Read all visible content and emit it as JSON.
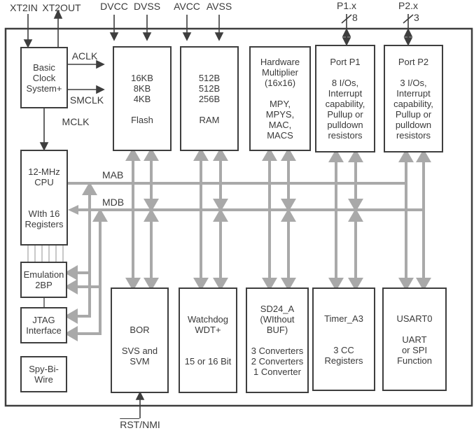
{
  "diagram": {
    "pins": {
      "xt2in": "XT2IN",
      "xt2out": "XT2OUT",
      "dvcc": "DVCC",
      "dvss": "DVSS",
      "avcc": "AVCC",
      "avss": "AVSS",
      "p1": "P1.x",
      "p1_width": "8",
      "p2": "P2.x",
      "p2_width": "3",
      "rst_overline": "RST",
      "rst_rest": "/NMI"
    },
    "clocks": {
      "aclk": "ACLK",
      "smclk": "SMCLK",
      "mclk": "MCLK"
    },
    "buses": {
      "mab": "MAB",
      "mdb": "MDB"
    },
    "blocks": {
      "basic_clock": "Basic\nClock\nSystem+",
      "flash": "16KB\n8KB\n4KB\n\nFlash",
      "ram": "512B\n512B\n256B\n\nRAM",
      "hwmult": "Hardware\nMultiplier\n(16x16)\n\nMPY,\nMPYS,\nMAC,\nMACS",
      "port1": "Port P1\n\n8 I/Os,\nInterrupt\ncapability,\nPullup or\npulldown\nresistors",
      "port2": "Port P2\n\n3 I/Os,\nInterrupt\ncapability,\nPullup or\npulldown\nresistors",
      "cpu": "12-MHz\nCPU\n\n\nWIth 16\nRegisters",
      "emulation": "Emulation\n2BP",
      "jtag": "JTAG\nInterface",
      "sbw": "Spy-Bi-\nWire",
      "bor": "\nBOR\n\nSVS and\nSVM",
      "wdt": "Watchdog\nWDT+\n\n\n15 or 16 Bit",
      "sd24": "SD24_A\n(WIthout\nBUF)\n\n3 Converters\n2 Converters\n1 Converter",
      "timer": "Timer_A3\n\n\n3 CC\nRegisters",
      "usart": "USART0\n\nUART\nor SPI\nFunction"
    },
    "colors": {
      "line_dark": "#3e3e3e",
      "bus_gray": "#a9a9a9",
      "thin_gray": "#b5b5b5"
    }
  }
}
